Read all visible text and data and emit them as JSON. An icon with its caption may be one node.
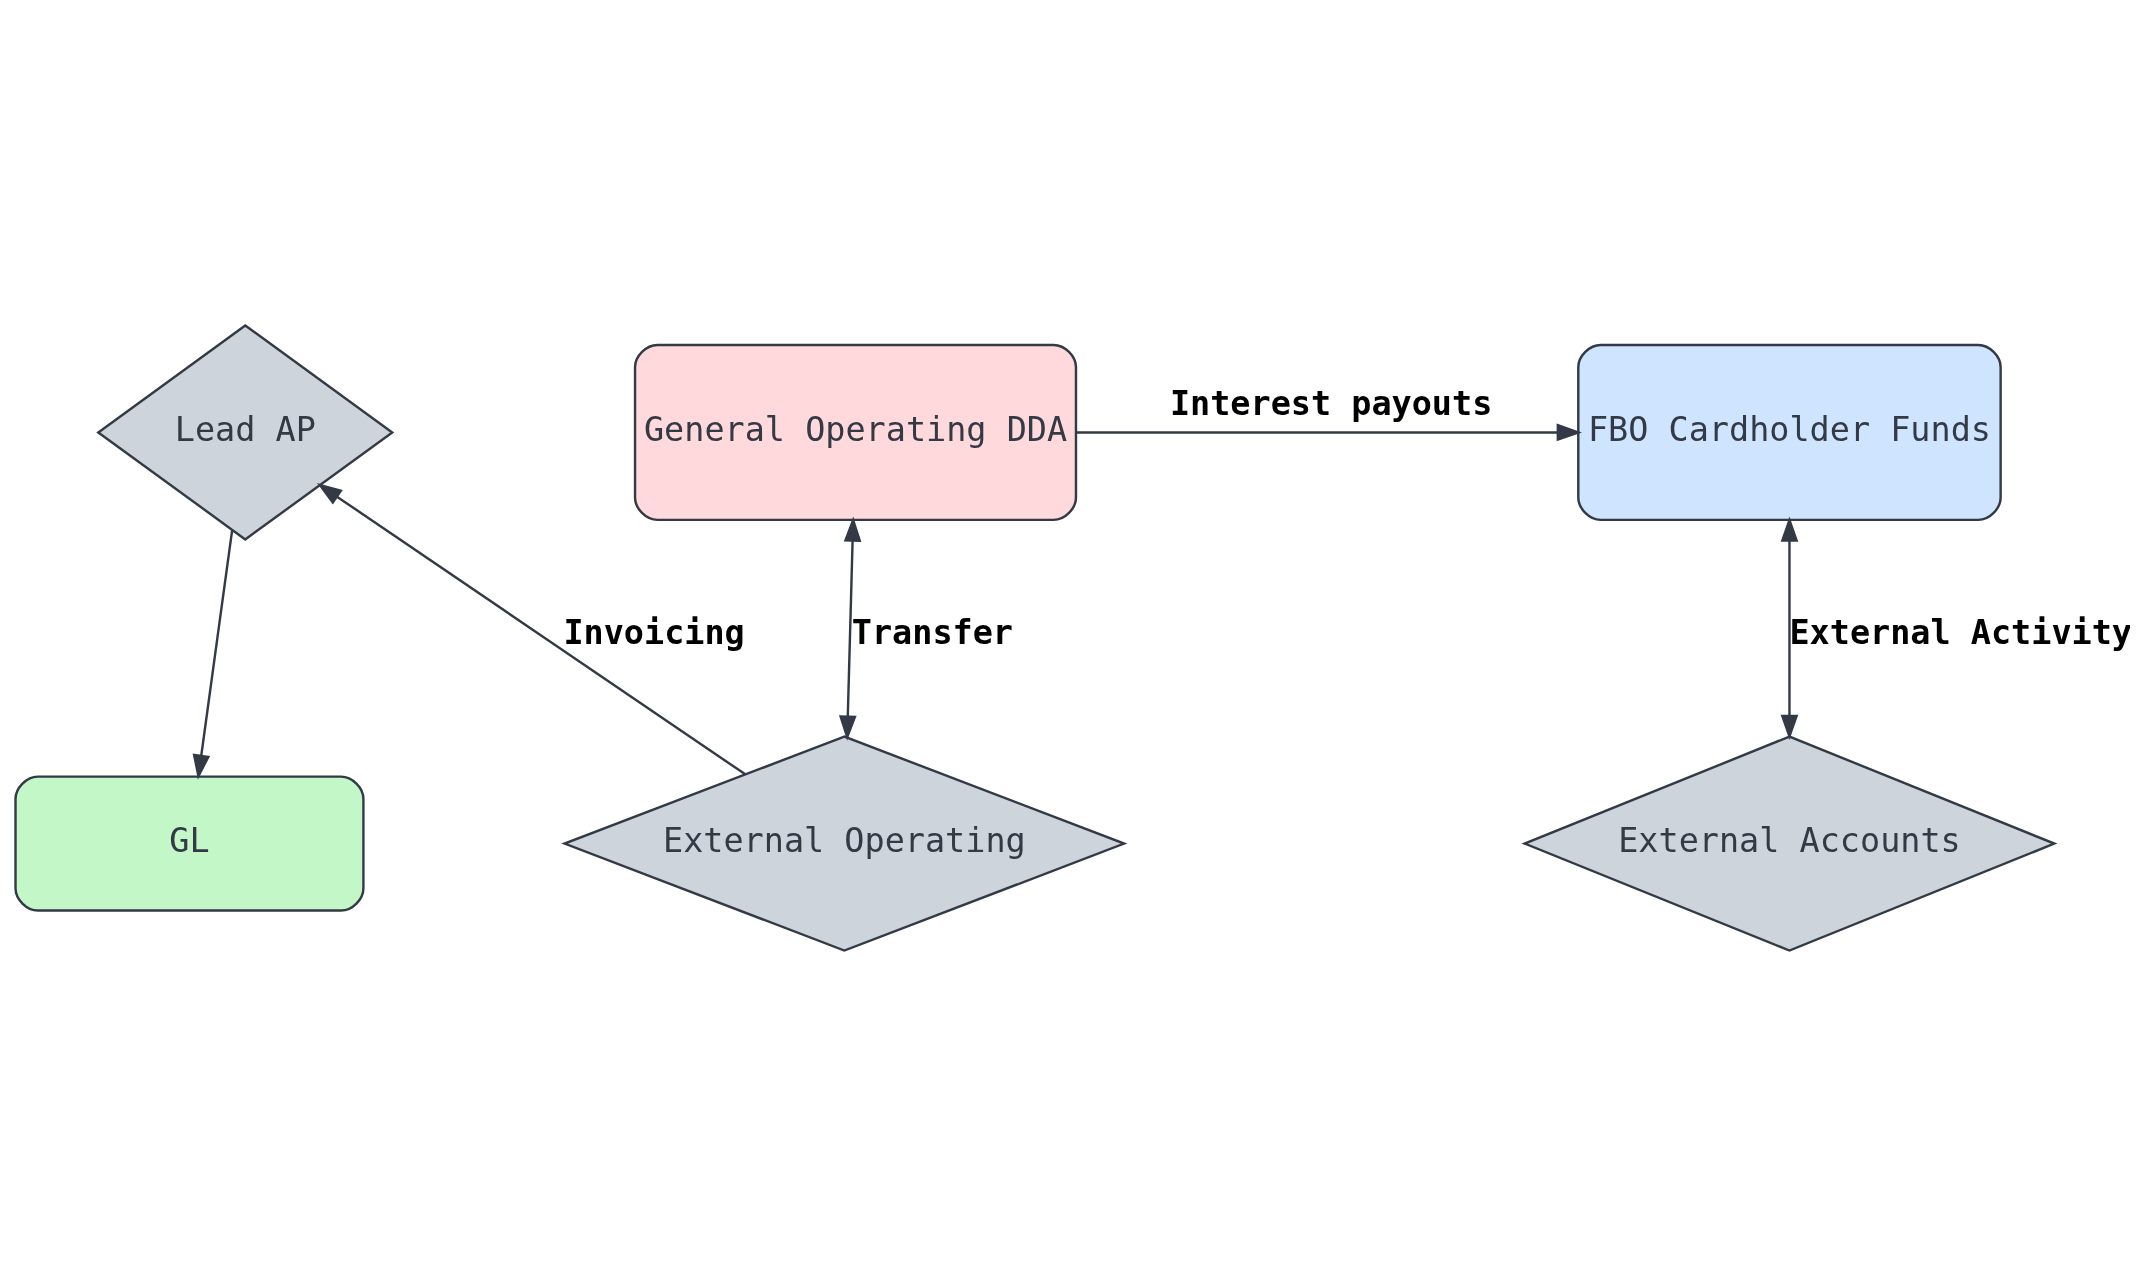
{
  "diagram": {
    "nodes": [
      {
        "text": [
          "GL"
        ]
      },
      {
        "text": [
          "FBO Cardholder Funds"
        ]
      },
      {
        "text": [
          "General Operating DDA"
        ]
      },
      {
        "text": [
          "Lead AP"
        ]
      },
      {
        "text": [
          "External Accounts"
        ]
      },
      {
        "text": [
          "External Operating"
        ]
      }
    ],
    "edges": [
      {
        "from": 2,
        "to": 1,
        "arrow": "to",
        "label": "Interest payouts"
      },
      {
        "from": 1,
        "to": 4,
        "arrow": "both",
        "label": "External Activity"
      },
      {
        "from": 2,
        "to": 5,
        "arrow": "both",
        "label": "Transfer"
      },
      {
        "from": 5,
        "to": 3,
        "arrow": "to",
        "label": "Invoicing"
      },
      {
        "from": 3,
        "to": 0,
        "arrow": "to"
      }
    ]
  }
}
